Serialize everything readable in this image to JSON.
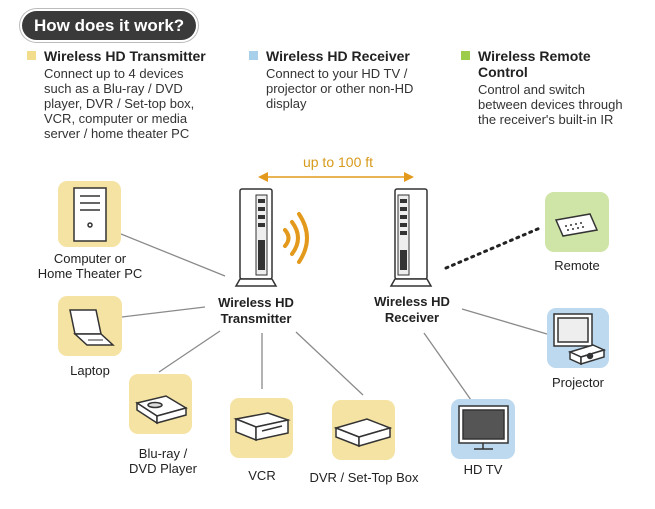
{
  "title": "How does it work?",
  "colors": {
    "yellow_bg": "#f5e3a3",
    "blue_bg": "#bcd9ef",
    "green_bg": "#cfe4a7",
    "transmitter_marker": "#f2dd8c",
    "receiver_marker": "#a8d0ea",
    "remote_marker": "#9ccc4a",
    "accent_orange": "#e39a1c",
    "line_gray": "#8a8a8a"
  },
  "legend": [
    {
      "heading": "Wireless HD Transmitter",
      "lines": [
        "Connect up to 4 devices",
        "such as a Blu-ray / DVD",
        "player, DVR / Set-top box,",
        "VCR, computer or media",
        "server / home theater PC"
      ]
    },
    {
      "heading": "Wireless HD Receiver",
      "lines": [
        "Connect to your HD TV /",
        "projector or other non-HD",
        "display"
      ]
    },
    {
      "heading_lines": [
        "Wireless Remote",
        "Control"
      ],
      "lines": [
        "Control and switch",
        "between devices through",
        "the receiver's built-in IR"
      ]
    }
  ],
  "distance_label": "up to 100 ft",
  "transmitter_label": [
    "Wireless HD",
    "Transmitter"
  ],
  "receiver_label": [
    "Wireless HD",
    "Receiver"
  ],
  "devices": {
    "computer": [
      "Computer or",
      "Home Theater PC"
    ],
    "laptop": [
      "Laptop"
    ],
    "bluray": [
      "Blu-ray /",
      "DVD Player"
    ],
    "vcr": [
      "VCR"
    ],
    "dvr": [
      "DVR / Set-Top Box"
    ],
    "hdtv": [
      "HD TV"
    ],
    "projector": [
      "Projector"
    ],
    "remote": [
      "Remote"
    ]
  },
  "icons": [
    "computer-icon",
    "laptop-icon",
    "bluray-player-icon",
    "vcr-icon",
    "dvr-icon",
    "hdtv-icon",
    "projector-icon",
    "remote-icon",
    "transmitter-icon",
    "receiver-icon",
    "wireless-signal-icon"
  ]
}
